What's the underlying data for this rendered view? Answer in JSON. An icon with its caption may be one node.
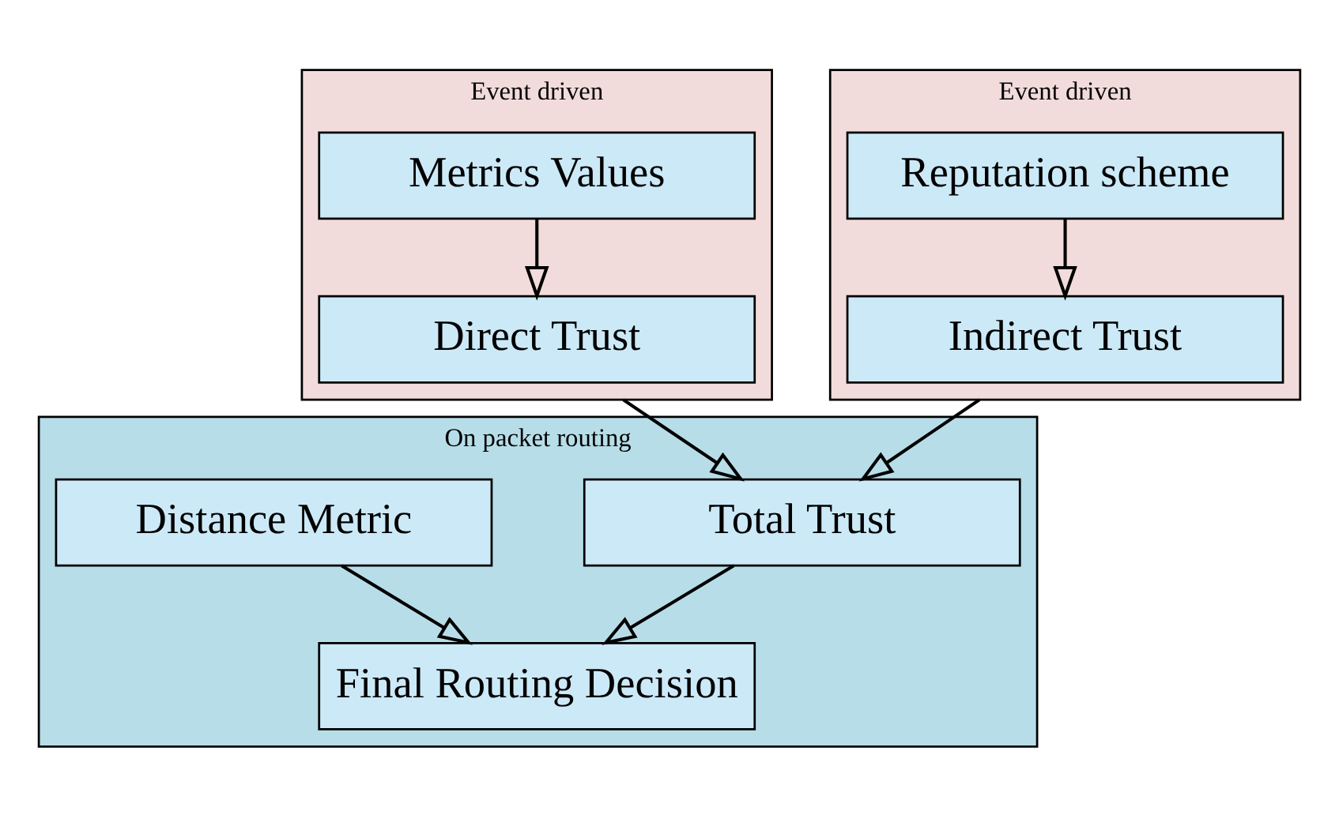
{
  "diagram": {
    "nodes": [
      {
        "text": [
          "Event driven"
        ]
      },
      {
        "text": [
          "Metrics Values"
        ],
        "in": 0
      },
      {
        "text": [
          "Direct Trust"
        ],
        "in": 0
      },
      {
        "text": [
          "Event driven"
        ]
      },
      {
        "text": [
          "Reputation scheme"
        ],
        "in": 3
      },
      {
        "text": [
          "Indirect Trust"
        ],
        "in": 3
      },
      {
        "text": [
          "On packet routing"
        ]
      },
      {
        "text": [
          "Total Trust"
        ],
        "in": 6
      },
      {
        "text": [
          "Distance Metric"
        ],
        "in": 6
      },
      {
        "text": [
          "Final Routing Decision"
        ],
        "in": 6
      }
    ],
    "edges": [
      {
        "from": 1,
        "to": 2,
        "arrow": "to"
      },
      {
        "from": 4,
        "to": 5,
        "arrow": "to"
      },
      {
        "from": 0,
        "to": 7,
        "arrow": "to"
      },
      {
        "from": 3,
        "to": 7,
        "arrow": "to"
      },
      {
        "from": 7,
        "to": 9,
        "arrow": "to"
      },
      {
        "from": 8,
        "to": 9,
        "arrow": "to"
      }
    ]
  }
}
